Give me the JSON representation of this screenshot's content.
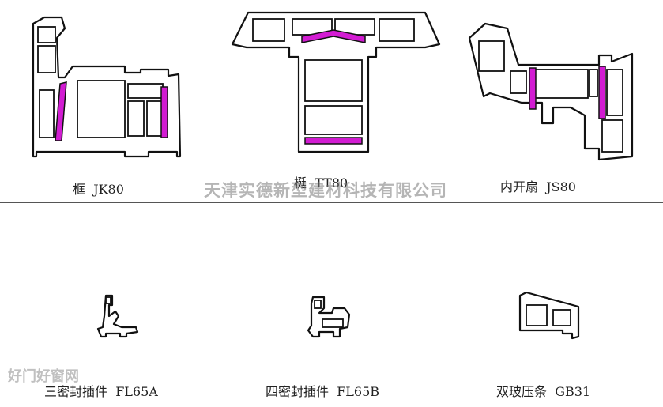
{
  "profiles": [
    {
      "name": "框",
      "code": "JK80"
    },
    {
      "name": "梃",
      "code": "TT80"
    },
    {
      "name": "内开扇",
      "code": "JS80"
    },
    {
      "name": "三密封插件",
      "code": "FL65A"
    },
    {
      "name": "四密封插件",
      "code": "FL65B"
    },
    {
      "name": "双玻压条",
      "code": "GB31"
    }
  ],
  "watermark": "天津实德新型建材科技有限公司",
  "site_mark": "好门好窗网",
  "colors": {
    "gasket": "#d21cd2",
    "outline": "#111111"
  }
}
